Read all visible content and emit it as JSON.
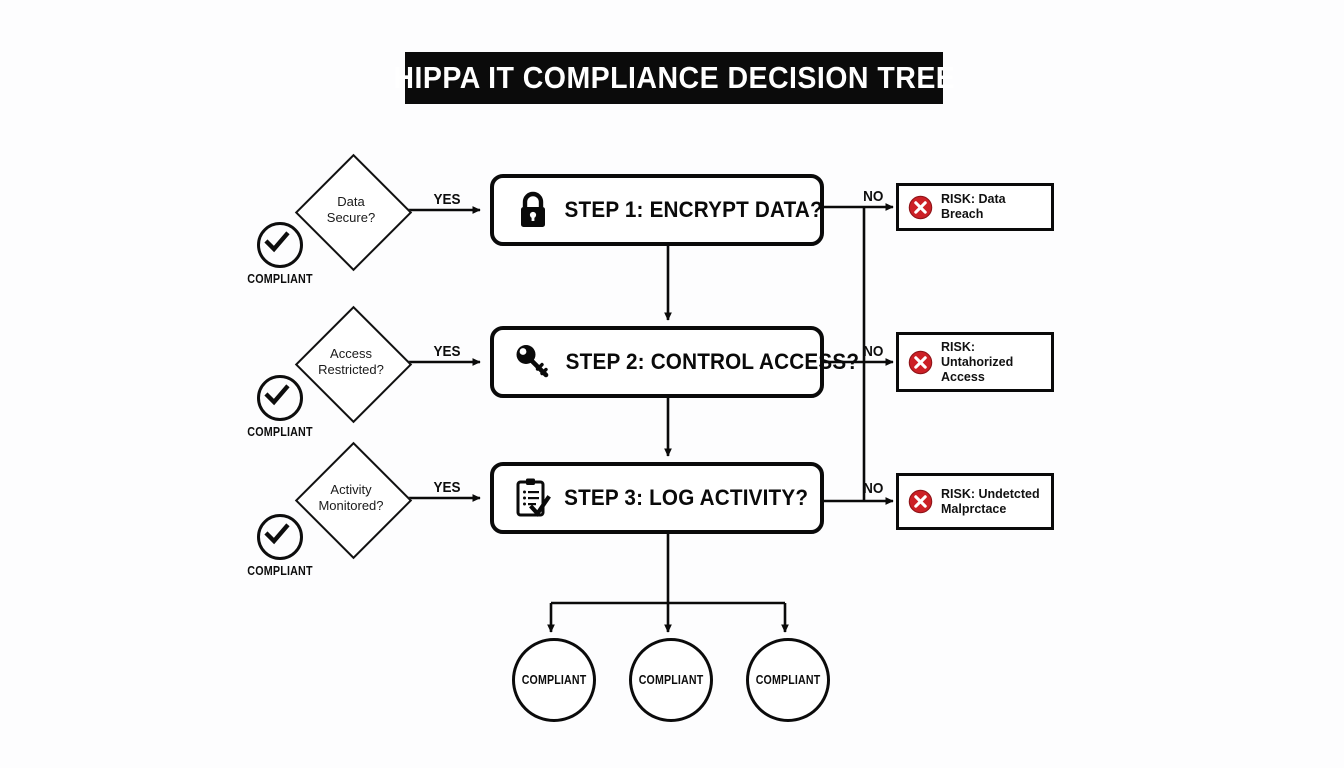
{
  "title": "HIPPA IT COMPLIANCE DECISION TREE",
  "colors": {
    "ink": "#0a0a0a",
    "background": "#fdfdfe",
    "title_bar": "#0b0b0b",
    "title_text": "#ffffff",
    "risk_red": "#cc2026"
  },
  "edge_labels": {
    "yes": "YES",
    "no": "NO"
  },
  "rows": [
    {
      "diamond": "Data\nSecure?",
      "diamond_line1": "Data",
      "diamond_line2": "Secure?",
      "compliant_label": "COMPLIANT",
      "compliant_icon": "check-circle-icon",
      "step_label": "STEP 1: ENCRYPT DATA?",
      "step_icon": "padlock-icon",
      "yes_label": "YES",
      "no_label": "NO",
      "risk_label": "RISK: Data Breach",
      "risk_icon": "red-x-circle-icon"
    },
    {
      "diamond": "Access\nRestricted?",
      "diamond_line1": "Access",
      "diamond_line2": "Restricted?",
      "compliant_label": "COMPLIANT",
      "compliant_icon": "check-circle-icon",
      "step_label": "STEP 2: CONTROL ACCESS?",
      "step_icon": "key-icon",
      "yes_label": "YES",
      "no_label": "NO",
      "risk_label": "RISK:\nUntahorized Access",
      "risk_icon": "red-x-circle-icon"
    },
    {
      "diamond": "Activity\nMonitored?",
      "diamond_line1": "Activity",
      "diamond_line2": "Monitored?",
      "compliant_label": "COMPLIANT",
      "compliant_icon": "check-circle-icon",
      "step_label": "STEP 3: LOG ACTIVITY?",
      "step_icon": "clipboard-check-icon",
      "yes_label": "YES",
      "no_label": "NO",
      "risk_label": "RISK: Undetcted\nMalprctace",
      "risk_icon": "red-x-circle-icon"
    }
  ],
  "outcomes": [
    {
      "label": "COMPLIANT"
    },
    {
      "label": "COMPLIANT"
    },
    {
      "label": "COMPLIANT"
    }
  ]
}
